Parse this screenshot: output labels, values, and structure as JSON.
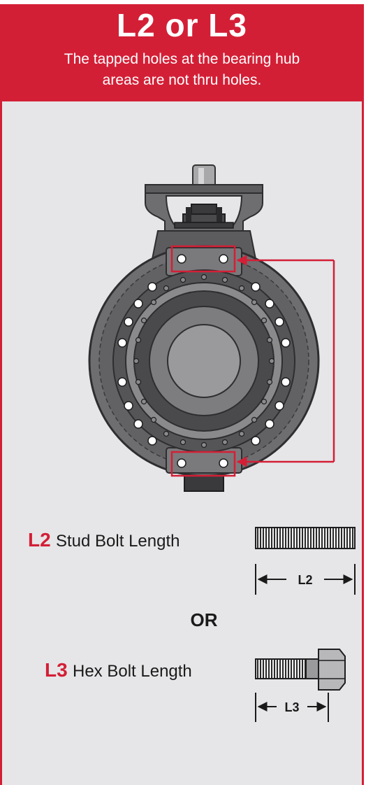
{
  "header": {
    "title": "L2 or L3",
    "subtitle": "The tapped holes at the bearing hub areas are not thru holes."
  },
  "options": [
    {
      "code": "L2",
      "label": "Stud Bolt Length",
      "dimension": "L2",
      "icon": "stud-bolt-icon"
    },
    {
      "code": "L3",
      "label": "Hex Bolt Length",
      "dimension": "L3",
      "icon": "hex-bolt-icon"
    }
  ],
  "separator": "OR",
  "colors": {
    "accent": "#d31f36",
    "panel": "#e6e6e8",
    "valve_dark": "#3a3a3c",
    "valve_mid": "#6e6e70",
    "text": "#1a1a1a"
  },
  "icons": [
    "butterfly-valve-icon",
    "callout-box-icon",
    "callout-arrow-icon"
  ]
}
